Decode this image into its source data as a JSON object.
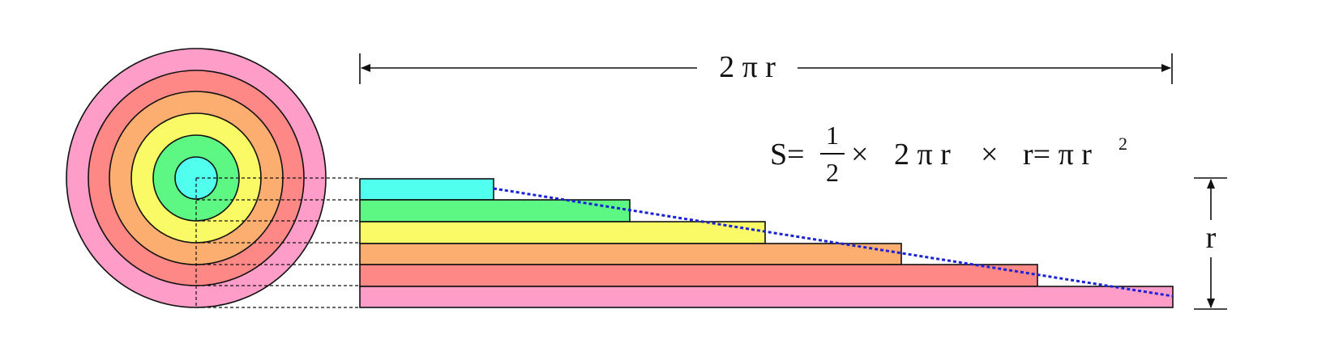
{
  "diagram": {
    "rings": [
      {
        "name": "ring-1",
        "color": "#50ffee"
      },
      {
        "name": "ring-2",
        "color": "#5cf883"
      },
      {
        "name": "ring-3",
        "color": "#f9fa65"
      },
      {
        "name": "ring-4",
        "color": "#fcae71"
      },
      {
        "name": "ring-5",
        "color": "#fd8886"
      },
      {
        "name": "ring-6",
        "color": "#fd9dc8"
      }
    ],
    "circumference_label": "2 π r",
    "radius_label": "r",
    "formula": {
      "lhs": "S=",
      "numerator": "1",
      "denominator": "2",
      "times1": "×",
      "middle": "2 π r",
      "times2": "×",
      "rhs": "r= π r",
      "exponent": "2"
    },
    "slope_color": "#1a22d6"
  }
}
